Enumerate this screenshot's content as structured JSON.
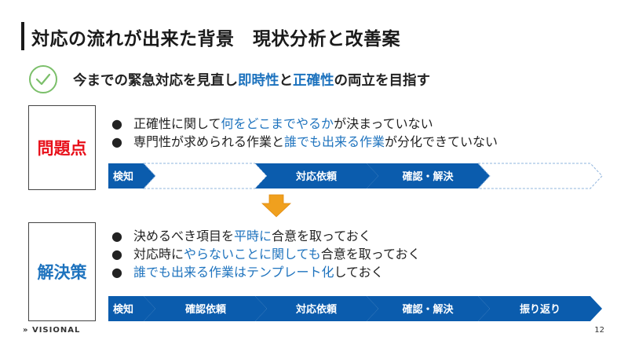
{
  "title": "対応の流れが出来た背景　現状分析と改善案",
  "subtitle": {
    "part1": "今までの緊急対応を見直し",
    "highlight1": "即時性",
    "part2": "と",
    "highlight2": "正確性",
    "part3": "の両立を目指す"
  },
  "problem": {
    "label": "問題点",
    "bullet_marker": "●",
    "bullets": [
      {
        "a": "正確性に関して",
        "b": "何をどこまでやるか",
        "c": "が決まっていない"
      },
      {
        "a": "専門性が求められる作業と",
        "b": "誰でも出来る作業",
        "c": "が分化できていない"
      }
    ],
    "flow": [
      "検知",
      "対応依頼",
      "確認・解決"
    ]
  },
  "solution": {
    "label": "解決策",
    "bullet_marker": "●",
    "bullets": [
      {
        "a": "決めるべき項目を",
        "b": "平時に",
        "c": "合意を取っておく"
      },
      {
        "a": "対応時に",
        "b": "やらないことに関しても",
        "c": "合意を取っておく"
      },
      {
        "a": "",
        "b": "誰でも出来る作業はテンプレート化",
        "c": "しておく"
      }
    ],
    "flow": [
      "検知",
      "確認依頼",
      "対応依頼",
      "確認・解決",
      "振り返り"
    ]
  },
  "colors": {
    "accent_blue": "#1e73be",
    "problem_red": "#e8101a",
    "arrow_fill": "#0b5cad",
    "dashed": "#8fb4dd",
    "down_arrow": "#f0a01e",
    "check_green": "#7bbf6a"
  },
  "footer": {
    "logo": "VISIONAL",
    "page_number": "12"
  }
}
